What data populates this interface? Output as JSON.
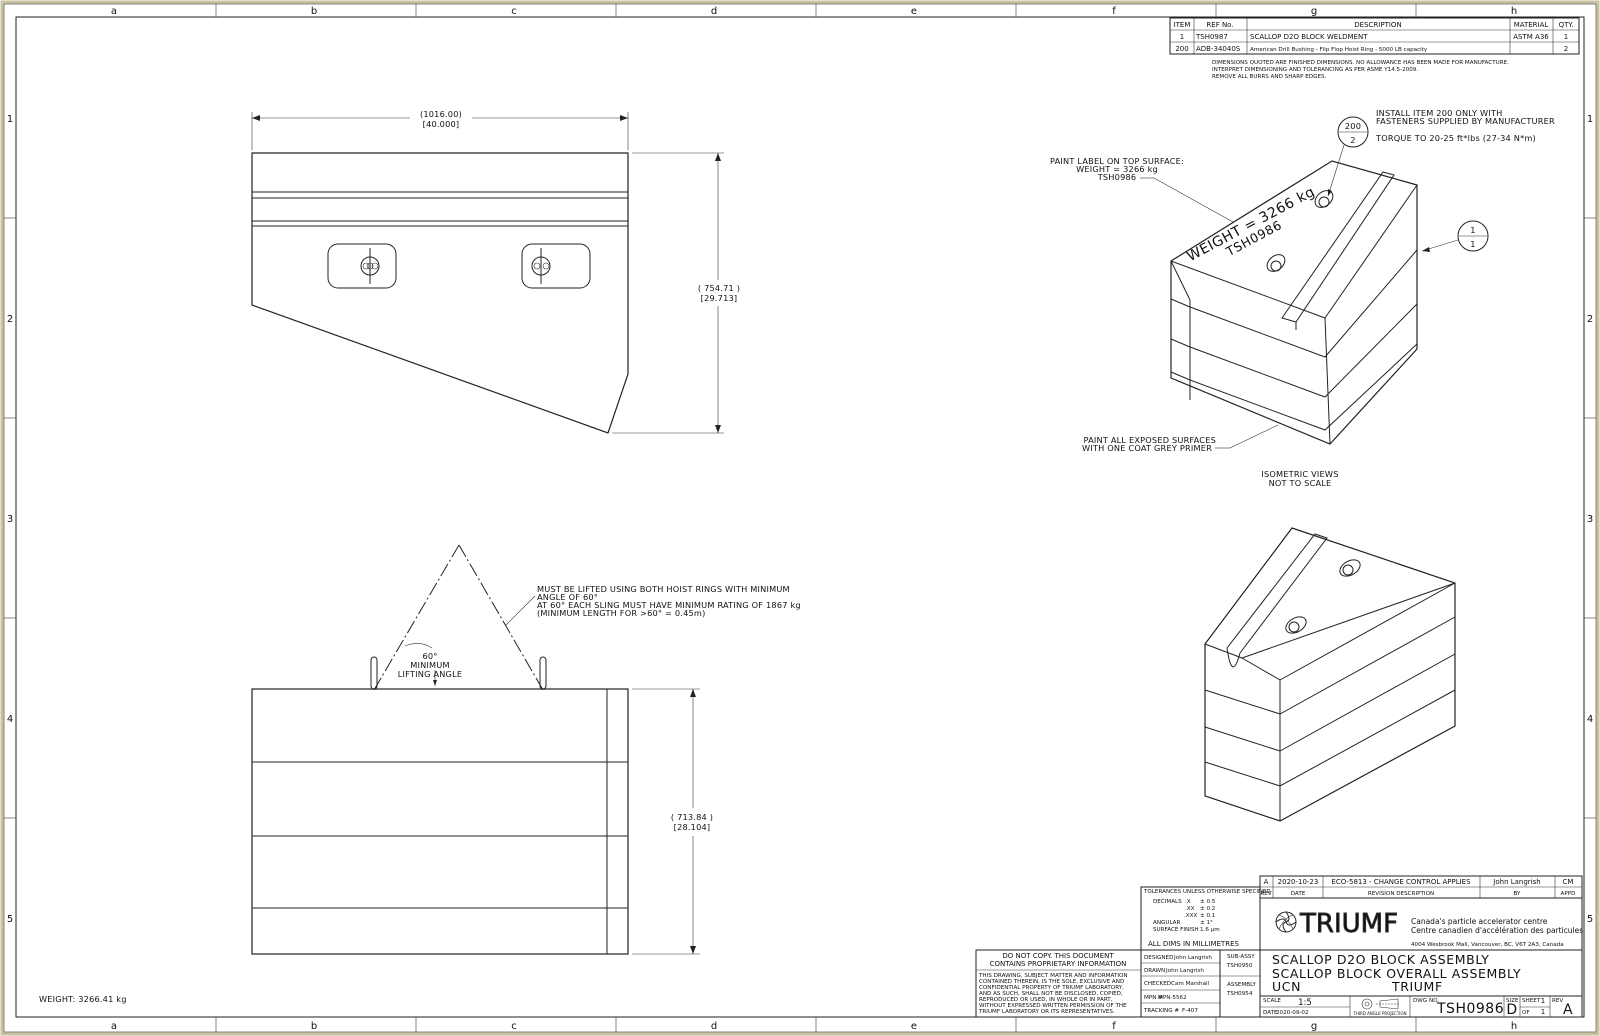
{
  "zones": {
    "columns": [
      "a",
      "b",
      "c",
      "d",
      "e",
      "f",
      "g",
      "h"
    ],
    "rows": [
      "1",
      "2",
      "3",
      "4",
      "5"
    ]
  },
  "bom": {
    "headers": [
      "ITEM",
      "REF No.",
      "DESCRIPTION",
      "MATERIAL",
      "QTY."
    ],
    "rows": [
      [
        "1",
        "TSH0987",
        "SCALLOP D2O BLOCK WELDMENT",
        "ASTM A36",
        "1"
      ],
      [
        "200",
        "ADB-34040S",
        "American Drill Bushing - Flip Flop Hoist Ring - 5000 LB capacity",
        "",
        "2"
      ]
    ]
  },
  "general_notes": [
    "DIMENSIONS QUOTED ARE FINISHED DIMENSIONS. NO ALLOWANCE HAS BEEN MADE FOR MANUFACTURE.",
    "INTERPRET DIMENSIONING AND TOLERANCING AS PER ASME Y14.5-2009.",
    "REMOVE ALL BURRS AND SHARP EDGES."
  ],
  "front_view": {
    "width_mm": "(1016.00)",
    "width_in": "[40.000]",
    "height_mm": "( 754.71 )",
    "height_in": "[29.713]"
  },
  "side_view": {
    "height_mm": "( 713.84 )",
    "height_in": "[28.104]",
    "angle_label": [
      "60°",
      "MINIMUM",
      "LIFTING ANGLE"
    ],
    "lifting_note": [
      "MUST BE LIFTED USING BOTH HOIST RINGS WITH MINIMUM",
      "ANGLE OF 60°",
      "AT 60° EACH SLING MUST HAVE MINIMUM RATING OF 1867 kg",
      "(MINIMUM LENGTH FOR >60° = 0.45m)"
    ]
  },
  "iso_view": {
    "install_note": [
      "INSTALL ITEM 200 ONLY WITH",
      "FASTENERS SUPPLIED BY MANUFACTURER",
      "TORQUE TO 20-25 ft*lbs (27-34 N*m)"
    ],
    "balloon_200": {
      "top": "200",
      "bottom": "2"
    },
    "balloon_1": {
      "top": "1",
      "bottom": "1"
    },
    "paint_label_note": [
      "PAINT LABEL ON TOP SURFACE:",
      "WEIGHT = 3266 kg",
      "TSH0986"
    ],
    "surface_label": [
      "WEIGHT = 3266 kg",
      "TSH0986"
    ],
    "primer_note": [
      "PAINT ALL EXPOSED SURFACES",
      "WITH ONE COAT GREY PRIMER"
    ],
    "caption": [
      "ISOMETRIC VIEWS",
      "NOT TO SCALE"
    ]
  },
  "weight": "WEIGHT: 3266.41 kg",
  "proprietary": {
    "heading": [
      "DO NOT COPY. THIS DOCUMENT",
      "CONTAINS PROPRIETARY INFORMATION"
    ],
    "body": [
      "THIS DRAWING, SUBJECT MATTER AND INFORMATION",
      "CONTAINED THEREIN, IS THE SOLE, EXCLUSIVE AND",
      "CONFIDENTIAL PROPERTY OF TRIUMF LABORATORY,",
      "AND AS SUCH, SHALL NOT BE DISCLOSED, COPIED,",
      "REPRODUCED OR USED, IN WHOLE OR IN PART,",
      "WITHOUT EXPRESSED WRITTEN PERMISSION OF THE",
      "TRIUMF LABORATORY OR ITS REPRESENTATIVES."
    ]
  },
  "tolerances": {
    "heading": "TOLERANCES UNLESS OTHERWISE SPECIFIED",
    "rows": [
      [
        "DECIMALS",
        ".X",
        "± 0.5"
      ],
      [
        "",
        ".XX",
        "± 0.2"
      ],
      [
        "",
        ".XXX",
        "± 0.1"
      ],
      [
        "ANGULAR",
        "",
        "± 1°"
      ],
      [
        "SURFACE FINISH",
        "",
        "1.6 μm"
      ]
    ],
    "units": "ALL DIMS IN MILLIMETRES"
  },
  "people": [
    [
      "DESIGNED",
      "John Langrish"
    ],
    [
      "DRAWN",
      "John Langrish"
    ],
    [
      "CHECKED",
      "Cam Marshall"
    ],
    [
      "MPN #",
      "MPN-5562"
    ],
    [
      "TRACKING #",
      "F-407"
    ]
  ],
  "assy": [
    [
      "SUB-ASSY",
      "TSH0950"
    ],
    [
      "ASSEMBLY",
      "TSH0954"
    ]
  ],
  "revision": {
    "row": [
      "A",
      "2020-10-23",
      "ECO-5813 - CHANGE CONTROL APPLIES",
      "John Langrish",
      "CM"
    ],
    "headers": [
      "REV",
      "DATE",
      "REVISION DESCRIPTION",
      "BY",
      "APPD"
    ]
  },
  "company": {
    "logo": "TRIUMF",
    "line1": "Canada's particle accelerator centre",
    "line2": "Centre canadien d'accélération des particules",
    "address": "4004 Wesbrook Mall, Vancouver, BC, V6T 2A3, Canada"
  },
  "title_lines": [
    "SCALLOP D2O BLOCK ASSEMBLY",
    "SCALLOP BLOCK OVERALL ASSEMBLY"
  ],
  "title_ucn": "UCN",
  "title_lab": "TRIUMF",
  "footer": {
    "scale_label": "SCALE",
    "scale": "1:5",
    "date_label": "DATE",
    "date": "2020-09-02",
    "projection": "THIRD ANGLE PROJECTION",
    "dwg_label": "DWG NO.",
    "dwg_no": "TSH0986",
    "size_label": "SIZE",
    "size": "D",
    "sheet_label": "SHEET",
    "sheet": "1",
    "of_label": "OF",
    "of": "1",
    "rev_label": "REV",
    "rev": "A"
  }
}
